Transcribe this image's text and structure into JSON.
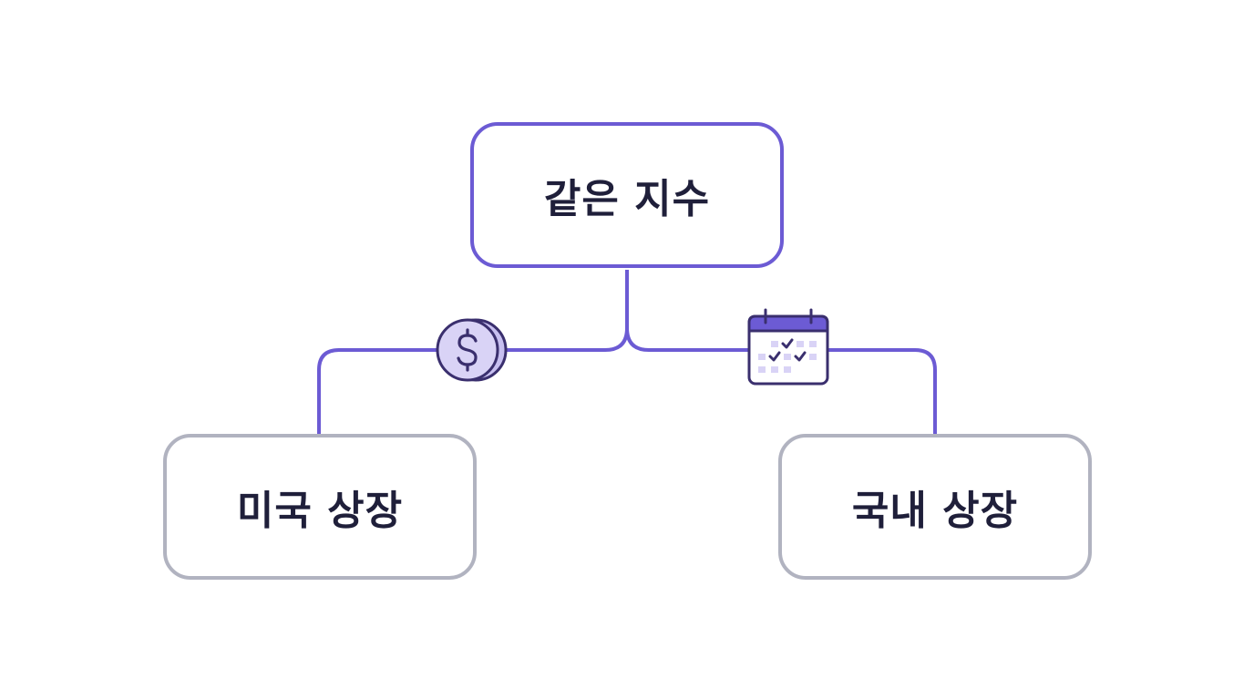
{
  "diagram": {
    "root": {
      "label": "같은 지수"
    },
    "left": {
      "label": "미국 상장"
    },
    "right": {
      "label": "국내 상장"
    }
  },
  "icons": {
    "left_branch": "dollar-coin-icon",
    "right_branch": "calendar-check-icon"
  },
  "colors": {
    "accent": "#6c5bd4",
    "accent_light": "#d9d3f6",
    "node_border_secondary": "#b1b3c0",
    "text": "#1f1f3a",
    "icon_outline": "#3a2f6e"
  }
}
